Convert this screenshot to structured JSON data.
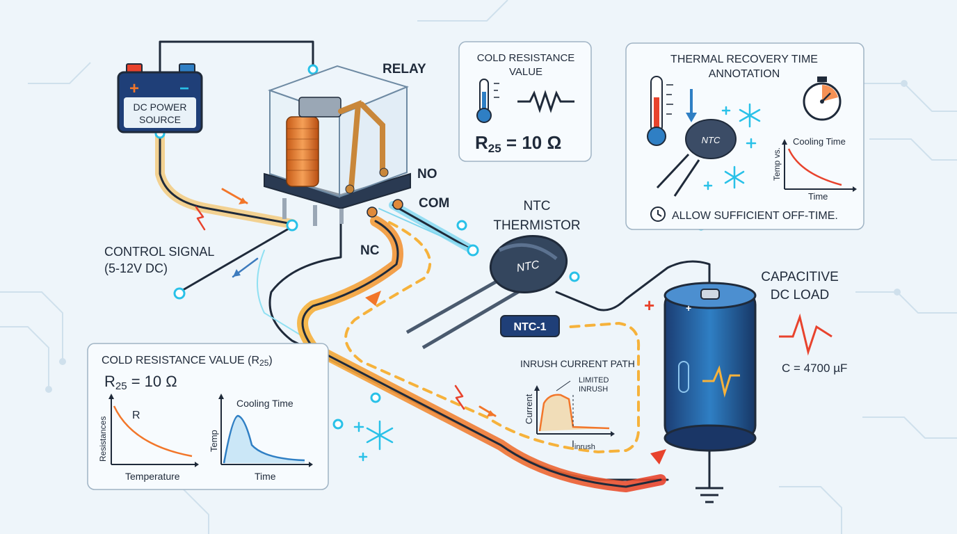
{
  "labels": {
    "relay": "RELAY",
    "dc_power_line1": "DC POWER",
    "dc_power_line2": "SOURCE",
    "plus": "+",
    "minus": "−",
    "no": "NO",
    "com": "COM",
    "nc": "NC",
    "control_line1": "CONTROL SIGNAL",
    "control_line2": "(5-12V DC)",
    "ntc_line1": "NTC",
    "ntc_line2": "THERMISTOR",
    "ntc_body": "NTC",
    "ntc_tag": "NTC-1",
    "load_line1": "CAPACITIVE",
    "load_line2": "DC LOAD",
    "load_plus": "+",
    "capacitance": "C = 4700 µF"
  },
  "cold_panel_top": {
    "title_line1": "COLD RESISTANCE",
    "title_line2": "VALUE",
    "formula_r": "R",
    "formula_sub": "25",
    "formula_rest": " = 10 Ω"
  },
  "thermal_panel": {
    "title_line1": "THERMAL RECOVERY TIME",
    "title_line2": "ANNOTATION",
    "graph_title": "Cooling Time",
    "y_label": "Temp vs.",
    "x_label": "Time",
    "ntc_body": "NTC",
    "note": "ALLOW SUFFICIENT OFF-TIME."
  },
  "cold_panel_bottom": {
    "title_main": "COLD RESISTANCE VALUE (R",
    "title_sub": "25",
    "title_end": ")",
    "formula_r": "R",
    "formula_sub": "25",
    "formula_rest": " = 10 Ω",
    "graph1_curve": "R",
    "graph1_y": "Resistances",
    "graph1_x": "Temperature",
    "graph2_title": "Cooling Time",
    "graph2_y": "Temp",
    "graph2_x": "Time"
  },
  "inrush": {
    "title": "INRUSH CURRENT PATH",
    "note_line1": "LIMITED",
    "note_line2": "INRUSH",
    "y_label": "Current",
    "x_label_main": "I",
    "x_label_sub": "inrush"
  },
  "colors": {
    "accent_orange": "#f2762a",
    "accent_yellow": "#f6b23b",
    "accent_red": "#e8432d",
    "cyan": "#29c1e8",
    "wire": "#1f2a3a",
    "panel_stroke": "#9fb3c4"
  }
}
